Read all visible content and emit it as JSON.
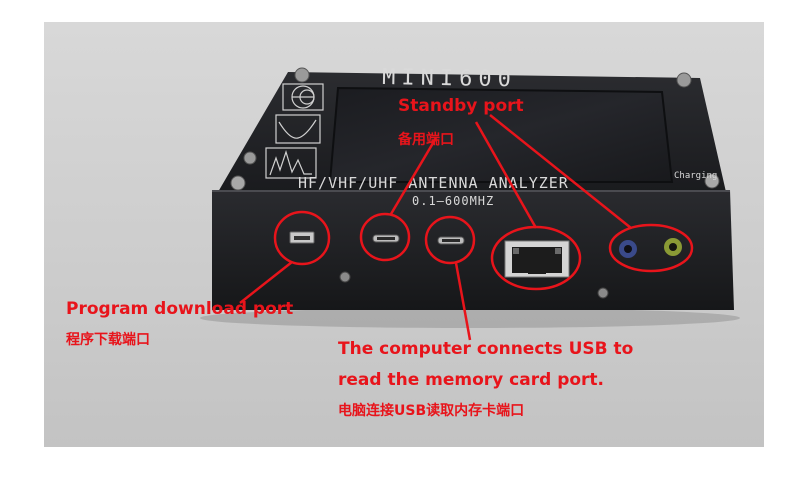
{
  "device": {
    "brand": "MINI600",
    "model_line": "HF/VHF/UHF ANTENNA ANALYZER",
    "range_line": "0.1—600MHZ",
    "charging_label": "Charging"
  },
  "annotations": {
    "standby_en": "Standby port",
    "standby_zh": "备用端口",
    "program_en": "Program download port",
    "program_zh": "程序下载端口",
    "usb_en_line1": "The computer connects USB to",
    "usb_en_line2": "read the memory card port.",
    "usb_zh": "电脑连接USB读取内存卡端口"
  },
  "colors": {
    "annotation": "#e8141b",
    "panel_bg": "#cfcfcf",
    "device_body": "#1e1f22"
  },
  "icons": [
    "smith-chart-icon",
    "swr-curve-icon",
    "spectrum-icon"
  ]
}
